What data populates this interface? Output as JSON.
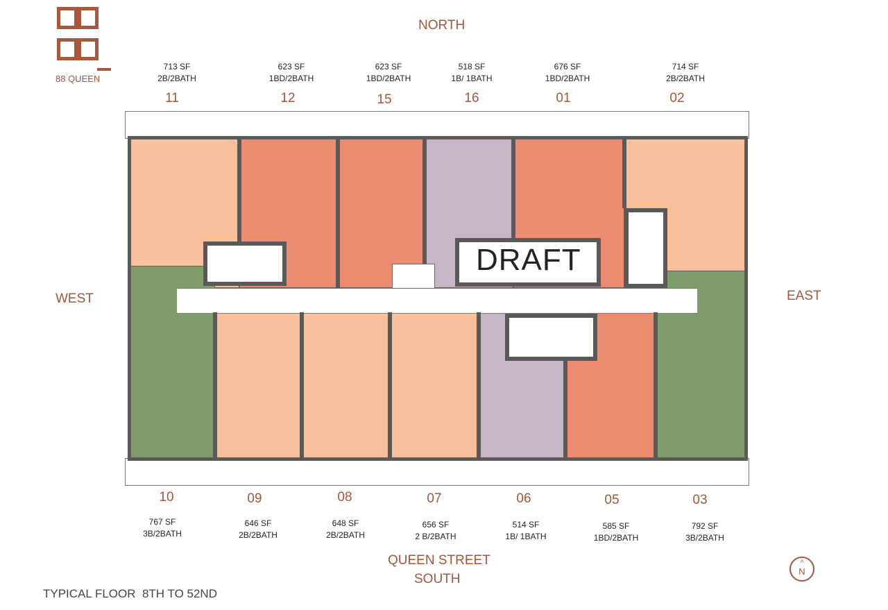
{
  "brand": {
    "name": "88 QUEEN"
  },
  "orientation": {
    "north": "NORTH",
    "west": "WEST",
    "east": "EAST",
    "south_line1": "QUEEN STREET",
    "south_line2": "SOUTH",
    "compass_letter": "N"
  },
  "watermark": "DRAFT",
  "footer": "TYPICAL FLOOR  8TH TO 52ND",
  "colors": {
    "two_bed_light": "#f8c09b",
    "one_bed_den": "#ec8b6f",
    "one_bed": "#c6b6c8",
    "three_bed": "#7f9d6b",
    "accent": "#a5553a"
  },
  "north_units": [
    {
      "number": "11",
      "area": "713 SF",
      "type": "2B/2BATH"
    },
    {
      "number": "12",
      "area": "623 SF",
      "type": "1BD/2BATH"
    },
    {
      "number": "15",
      "area": "623 SF",
      "type": "1BD/2BATH"
    },
    {
      "number": "16",
      "area": "518 SF",
      "type": "1B/ 1BATH"
    },
    {
      "number": "01",
      "area": "676 SF",
      "type": "1BD/2BATH"
    },
    {
      "number": "02",
      "area": "714 SF",
      "type": "2B/2BATH"
    }
  ],
  "south_units": [
    {
      "number": "10",
      "area": "767 SF",
      "type": "3B/2BATH"
    },
    {
      "number": "09",
      "area": "646 SF",
      "type": "2B/2BATH"
    },
    {
      "number": "08",
      "area": "648 SF",
      "type": "2B/2BATH"
    },
    {
      "number": "07",
      "area": "656 SF",
      "type": "2 B/2BATH"
    },
    {
      "number": "06",
      "area": "514 SF",
      "type": "1B/ 1BATH"
    },
    {
      "number": "05",
      "area": "585 SF",
      "type": "1BD/2BATH"
    },
    {
      "number": "03",
      "area": "792 SF",
      "type": "3B/2BATH"
    }
  ]
}
